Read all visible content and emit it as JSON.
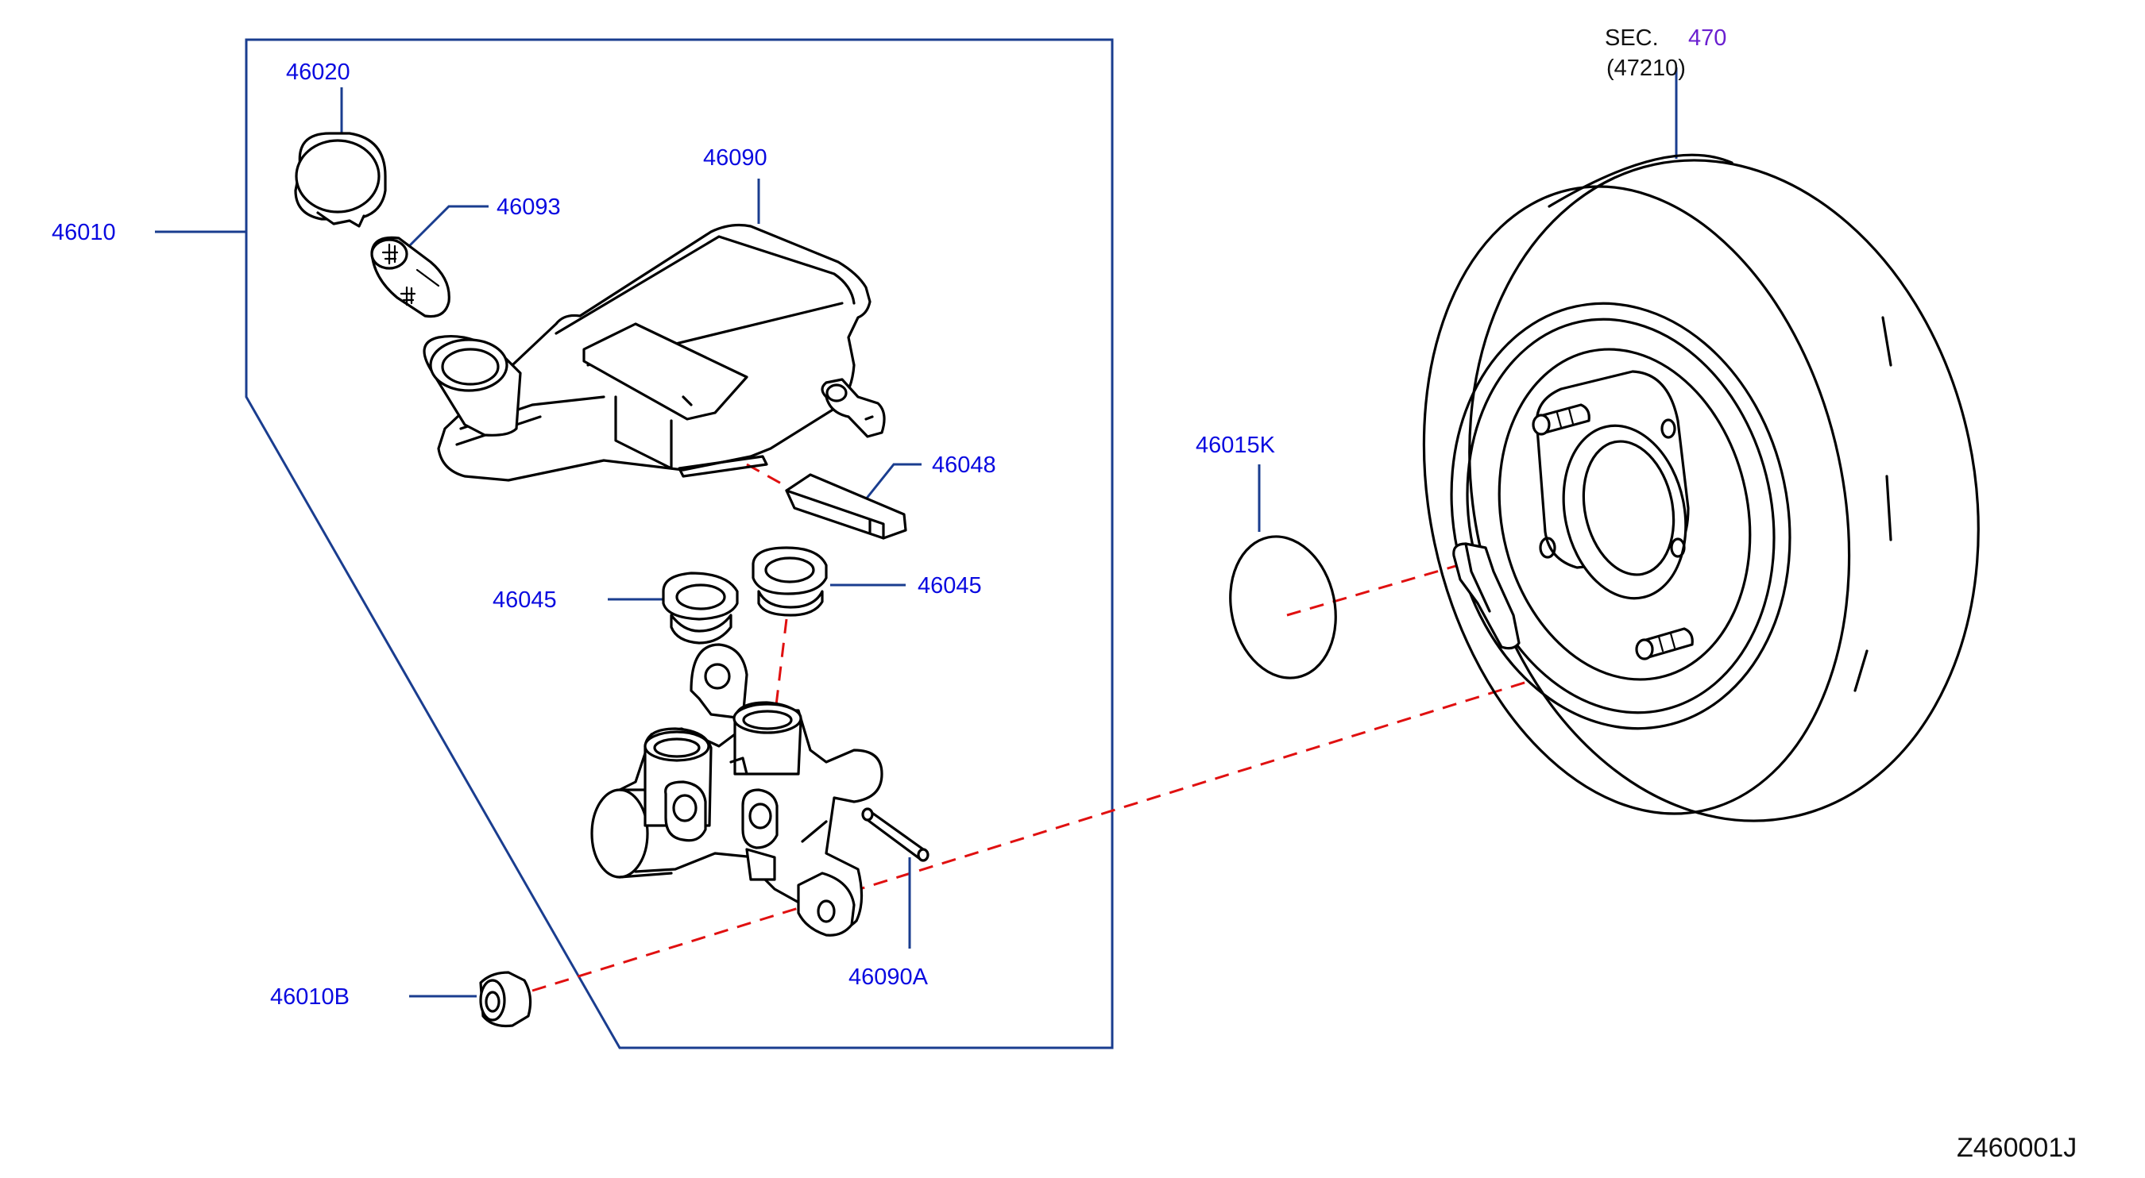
{
  "callouts": {
    "p46020": "46020",
    "p46093": "46093",
    "p46010": "46010",
    "p46090": "46090",
    "p46048": "46048",
    "p46045_left": "46045",
    "p46045_right": "46045",
    "p46090A": "46090A",
    "p46010B": "46010B",
    "p46015K": "46015K"
  },
  "section_ref": {
    "prefix": "SEC.",
    "number": "470",
    "part": "(47210)"
  },
  "diagram_code": "Z460001J",
  "colors": {
    "callout_text": "#0a0ae0",
    "leader_line": "#1a3d8f",
    "alignment_dash": "#e01010",
    "section_number": "#6a1fd0"
  }
}
